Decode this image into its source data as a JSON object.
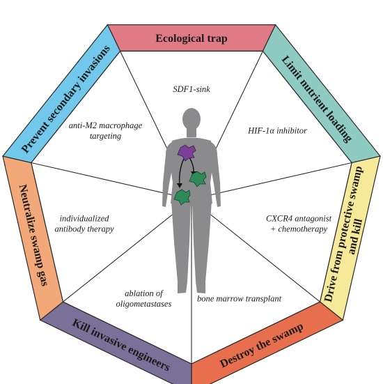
{
  "segments": [
    {
      "band_label": "Ecological trap",
      "color": "#e07b85",
      "strategy": [
        "SDF1-sink"
      ]
    },
    {
      "band_label": "Limit nutrient loading",
      "color": "#8fcbc3",
      "strategy": [
        "HIF-1α inhibitor"
      ]
    },
    {
      "band_label": [
        "Drive from protective swamp",
        "and kill"
      ],
      "color": "#f7e99a",
      "strategy": [
        "CXCR4 antagonist",
        "+ chemotherapy"
      ]
    },
    {
      "band_label": "Destroy the swamp",
      "color": "#e76f4e",
      "strategy": [
        "bone marrow transplant"
      ]
    },
    {
      "band_label": "Kill invasive engineers",
      "color": "#7b7097",
      "strategy": [
        "ablation of",
        "oligometastases"
      ]
    },
    {
      "band_label": "Neutralize swamp gas",
      "color": "#f3a87a",
      "strategy": [
        "individualized",
        "antibody therapy"
      ]
    },
    {
      "band_label": "Prevent secondary invasions",
      "color": "#71c8ea",
      "strategy": [
        "anti-M2 macrophage",
        "targeting"
      ]
    }
  ],
  "colors": {
    "figure": "#8b8b8d",
    "primary_tumor": "#7b3f98",
    "metastasis": "#2e8b57",
    "outline": "#2a2a2a"
  }
}
